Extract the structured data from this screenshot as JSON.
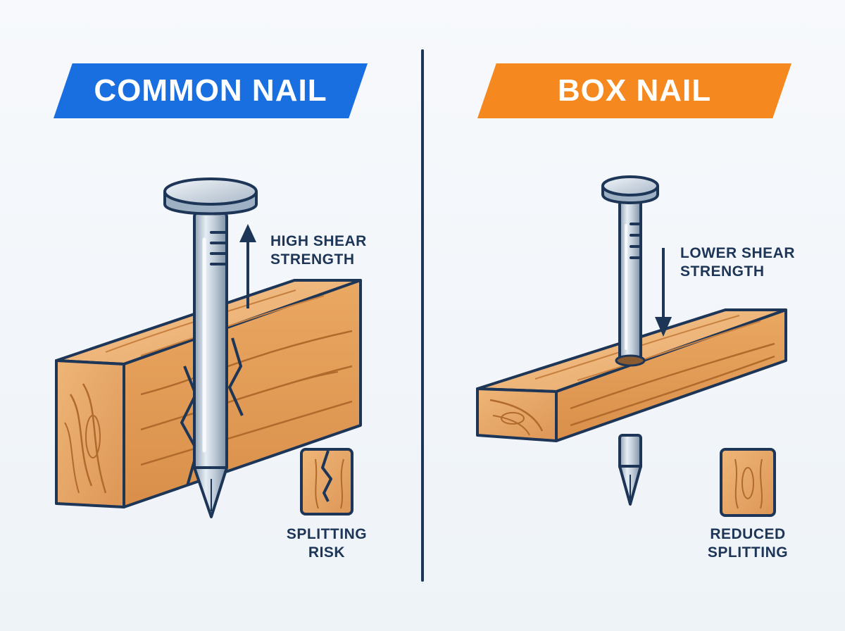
{
  "colors": {
    "common_banner": "#1a6fe0",
    "box_banner": "#f5891f",
    "outline": "#1d3557",
    "wood": "#e8a865",
    "metal": "#b9c6d3"
  },
  "left_panel": {
    "title": "COMMON NAIL",
    "arrow_label_line1": "HIGH SHEAR",
    "arrow_label_line2": "STRENGTH",
    "inset_label_line1": "SPLITTING",
    "inset_label_line2": "RISK"
  },
  "right_panel": {
    "title": "BOX NAIL",
    "arrow_label_line1": "LOWER SHEAR",
    "arrow_label_line2": "STRENGTH",
    "inset_label_line1": "REDUCED",
    "inset_label_line2": "SPLITTING"
  },
  "icons": {
    "left_arrow": "arrow-up-icon",
    "right_arrow": "arrow-down-icon",
    "left_inset": "split-wood-icon",
    "right_inset": "intact-wood-icon"
  }
}
